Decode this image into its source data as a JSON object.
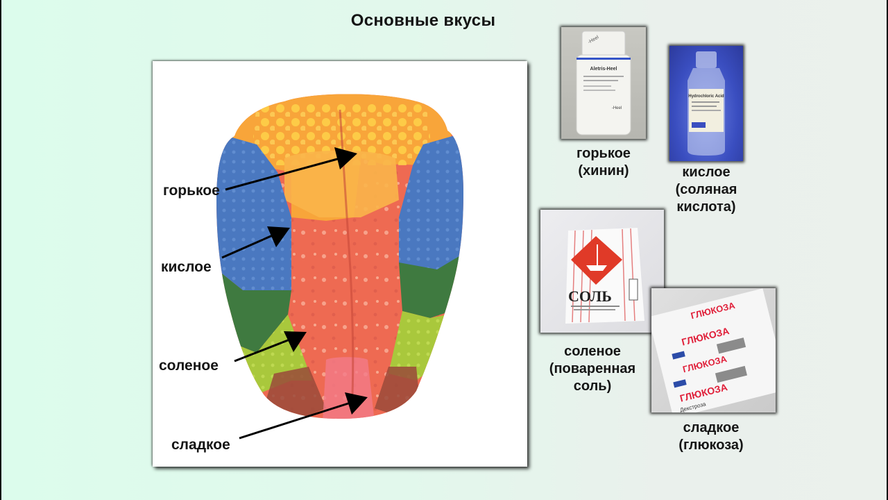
{
  "slide": {
    "title": "Основные вкусы",
    "background_colors": [
      "#dcfcec",
      "#eaf0ec"
    ]
  },
  "diagram": {
    "subject": "tongue-taste-map",
    "zones": [
      {
        "label": "горькое",
        "region": "back of tongue",
        "color": "#f7a52e"
      },
      {
        "label": "кислое",
        "region": "sides (upper)",
        "color": "#4a78c0"
      },
      {
        "label": "соленое",
        "region": "sides (lower)",
        "color": "#a9c83c"
      },
      {
        "label": "сладкое",
        "region": "tip of tongue",
        "color": "#f27080"
      }
    ],
    "labels": {
      "bitter": "горькое",
      "sour": "кислое",
      "salty": "соленое",
      "sweet": "сладкое"
    }
  },
  "examples": [
    {
      "id": "bitter",
      "caption_line1": "горькое",
      "caption_line2": "(хинин)",
      "product_text": "Aletris-Heel",
      "brand": "-Heel"
    },
    {
      "id": "sour",
      "caption_line1": "кислое",
      "caption_line2": "(соляная",
      "caption_line3": "кислота)",
      "product_text": "Hydrochloric Acid"
    },
    {
      "id": "salty",
      "caption_line1": "соленое",
      "caption_line2": "(поваренная",
      "caption_line3": "соль)",
      "product_text": "СОЛЬ"
    },
    {
      "id": "sweet",
      "caption_line1": "сладкое",
      "caption_line2": "(глюкоза)",
      "product_text": "ГЛЮКОЗА",
      "product_subtext": "Декстроза"
    }
  ]
}
